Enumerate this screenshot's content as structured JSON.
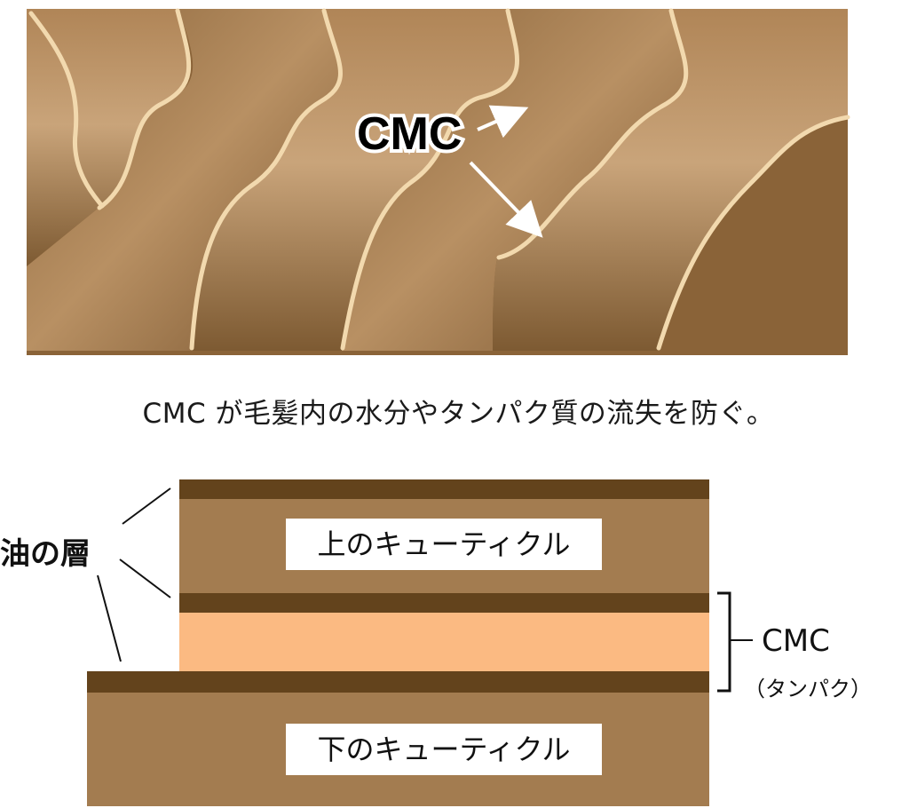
{
  "hair": {
    "cmc_label": "CMC",
    "colors": {
      "dark": "#7e5a30",
      "mid": "#a07a4e",
      "light": "#c9a57a",
      "edge": "#f2d9ae"
    }
  },
  "caption": "CMC が毛髪内の水分やタンパク質の流失を防ぐ。",
  "layers": {
    "oil_layer_label": "油の層",
    "upper_cuticle_label": "上のキューティクル",
    "lower_cuticle_label": "下のキューティクル",
    "cmc_label": "CMC",
    "cmc_sub_label": "（タンパク）",
    "colors": {
      "cuticle": "#a37c50",
      "oil": "#63431c",
      "cmc": "#fbba82"
    }
  }
}
